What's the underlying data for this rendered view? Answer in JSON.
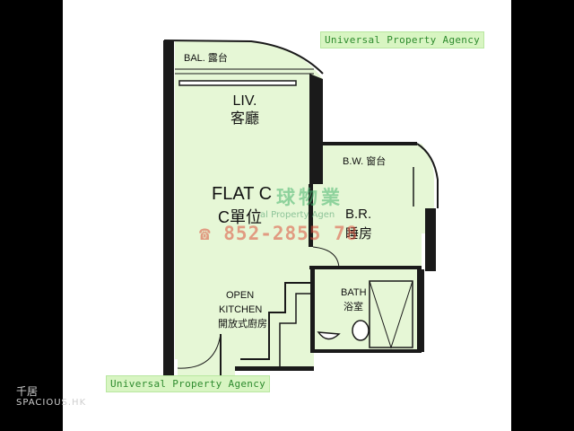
{
  "agency_top": "Universal Property Agency",
  "agency_bottom": "Universal Property Agency",
  "rooms": {
    "balcony": "BAL. 露台",
    "living_en": "LIV.",
    "living_cn": "客廳",
    "bay_window": "B.W. 窗台",
    "flat_en": "FLAT C",
    "flat_cn": "C單位",
    "bedroom_en": "B.R.",
    "bedroom_cn": "睡房",
    "bath_en": "BATH",
    "bath_cn": "浴室",
    "kitchen_line1": "OPEN",
    "kitchen_line2": "KITCHEN",
    "kitchen_cn": "開放式廚房"
  },
  "watermark": {
    "cn": "球物業",
    "en": "al Property Agen",
    "phone": "☎ 852-2855 78"
  },
  "brand": {
    "cn": "千居",
    "en": "SPACIOUS.HK"
  },
  "colors": {
    "floor_fill": "#e6f7d6",
    "wall": "#1a1a1a",
    "background": "#000000",
    "sheet": "#ffffff",
    "agency_green": "#2e8b2e"
  }
}
